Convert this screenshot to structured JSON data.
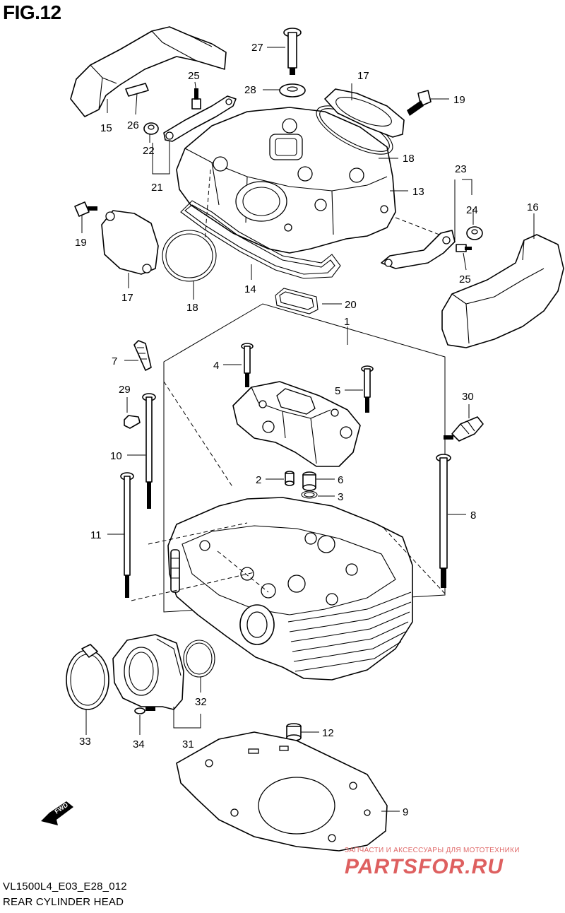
{
  "figure": {
    "title": "FIG.12"
  },
  "callouts": [
    "1",
    "2",
    "3",
    "4",
    "5",
    "6",
    "7",
    "8",
    "9",
    "10",
    "11",
    "12",
    "13",
    "14",
    "15",
    "16",
    "17",
    "17",
    "18",
    "18",
    "19",
    "19",
    "20",
    "21",
    "22",
    "23",
    "24",
    "25",
    "25",
    "26",
    "27",
    "28",
    "29",
    "30",
    "31",
    "32",
    "33",
    "34"
  ],
  "labels": {
    "n1": "1",
    "n2": "2",
    "n3": "3",
    "n4": "4",
    "n5": "5",
    "n6": "6",
    "n7": "7",
    "n8": "8",
    "n9": "9",
    "n10": "10",
    "n11": "11",
    "n12": "12",
    "n13": "13",
    "n14": "14",
    "n15": "15",
    "n16": "16",
    "n17a": "17",
    "n17b": "17",
    "n18a": "18",
    "n18b": "18",
    "n19a": "19",
    "n19b": "19",
    "n20": "20",
    "n21": "21",
    "n22": "22",
    "n23": "23",
    "n24": "24",
    "n25a": "25",
    "n25b": "25",
    "n26": "26",
    "n27": "27",
    "n28": "28",
    "n29": "29",
    "n30": "30",
    "n31": "31",
    "n32": "32",
    "n33": "33",
    "n34": "34"
  },
  "fwd_arrow": {
    "text": "FWD"
  },
  "footer": {
    "model_code": "VL1500L4_E03_E28_012",
    "section_name": "REAR CYLINDER HEAD"
  },
  "watermark": {
    "tagline": "ЗАПЧАСТИ И АКСЕССУАРЫ ДЛЯ МОТОТЕХНИКИ",
    "logo": "PARTSFOR.RU"
  }
}
